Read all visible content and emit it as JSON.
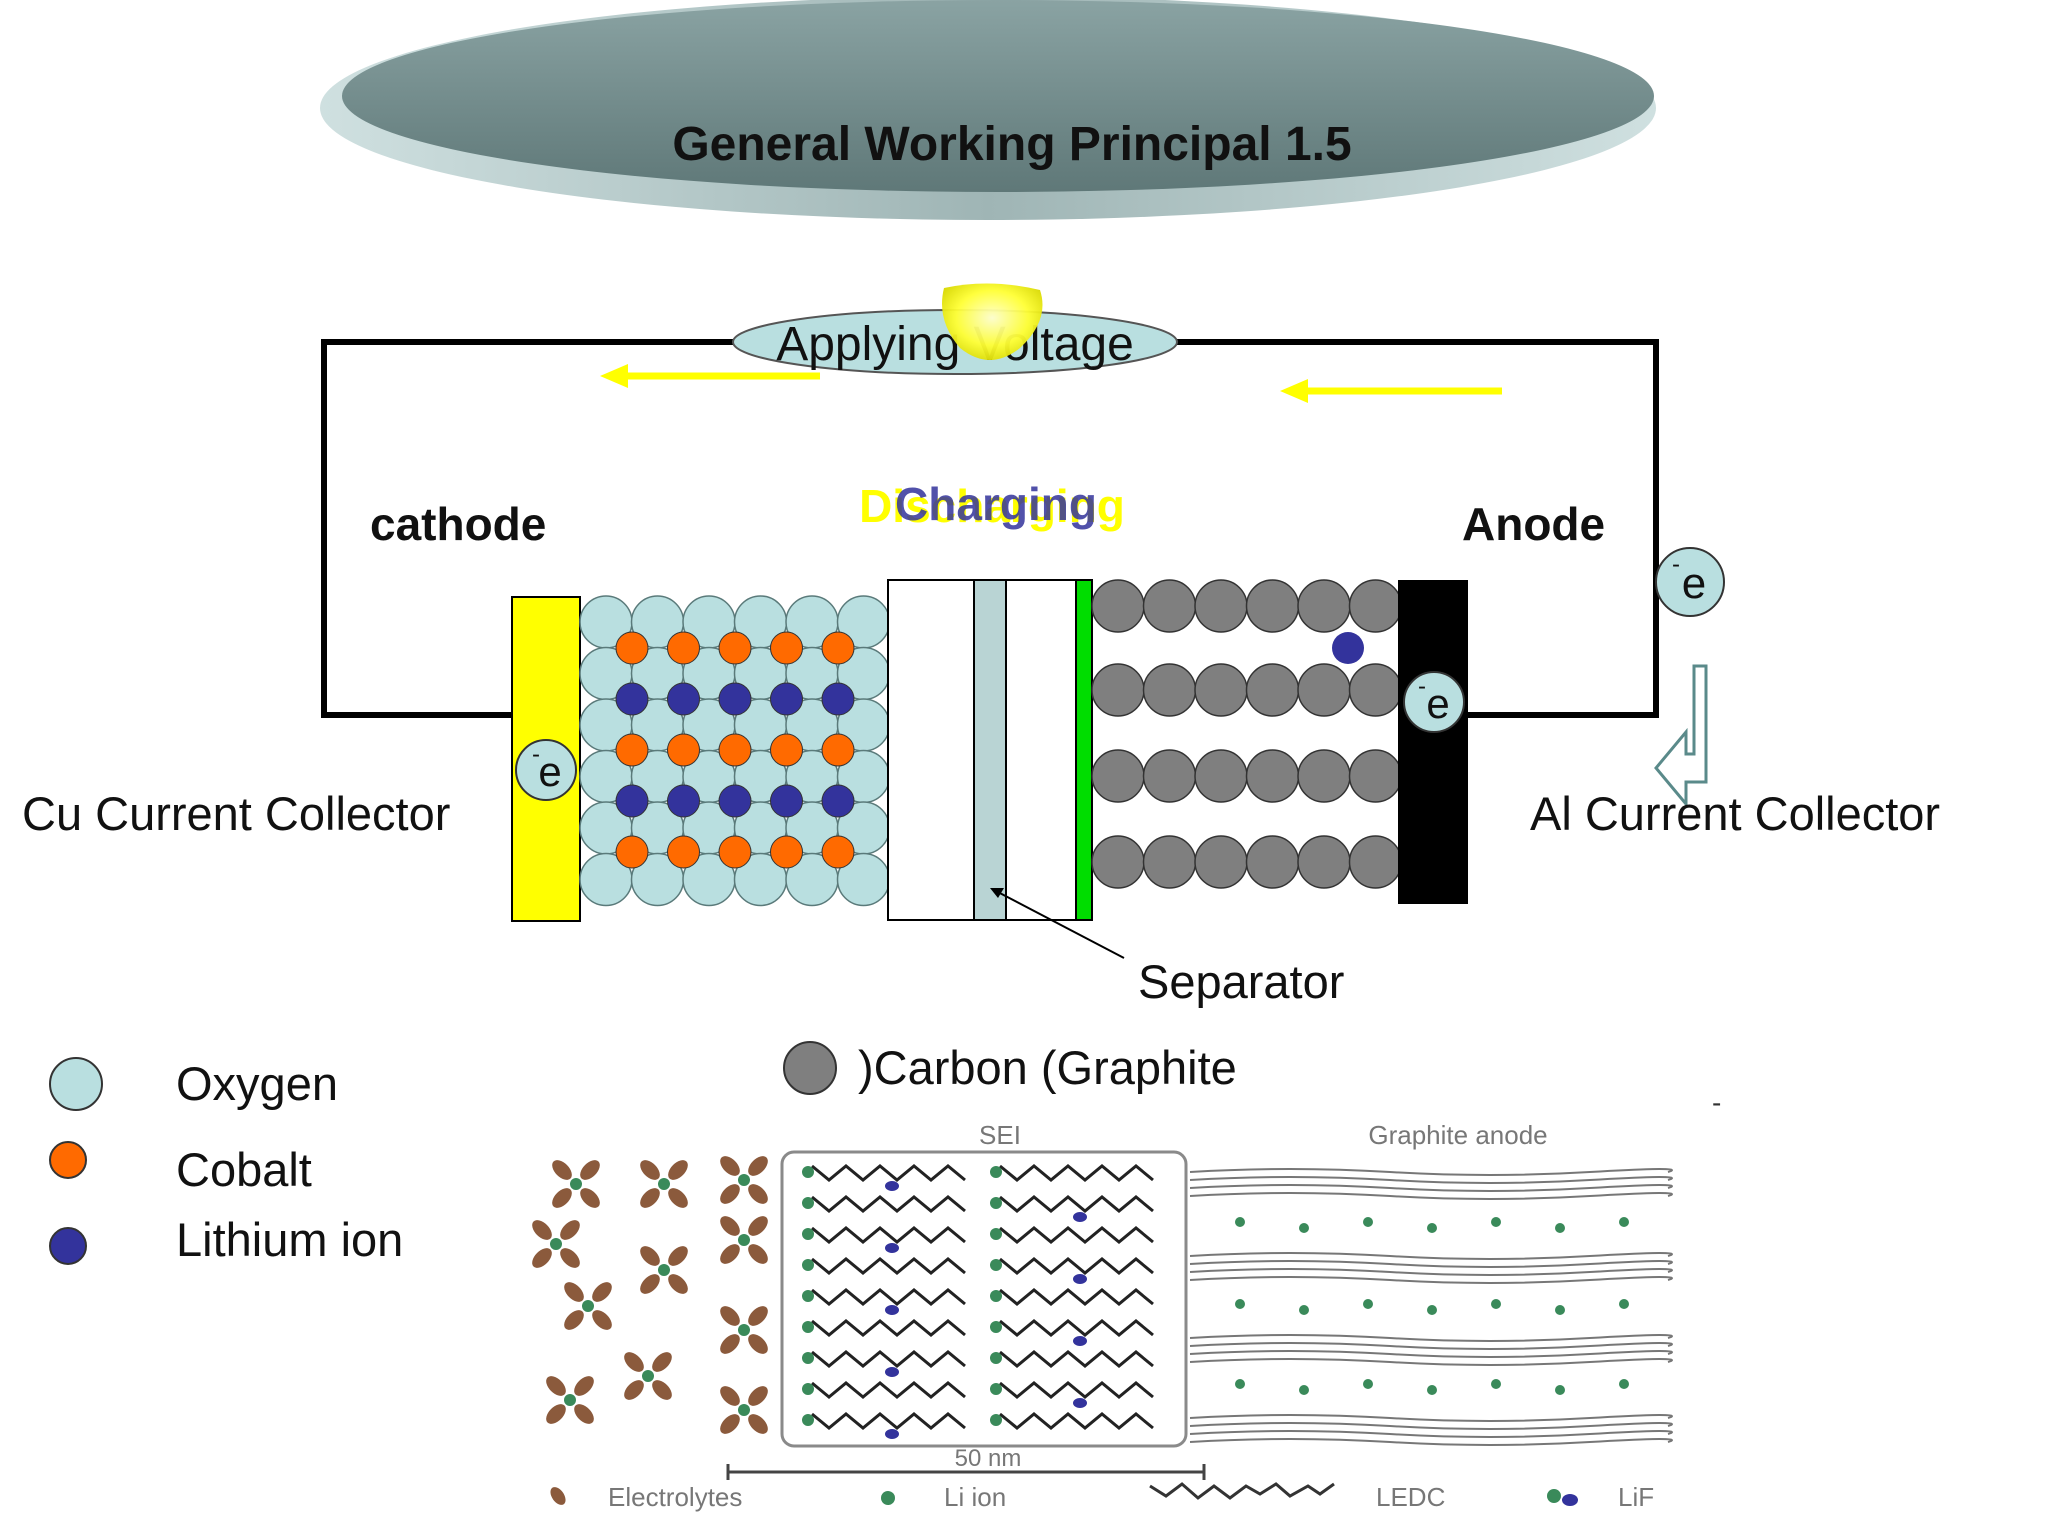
{
  "title": "General Working Principal 1.5",
  "circuit": {
    "voltage_label": "Applying Voltage",
    "state_label_back": "Discharging",
    "state_label_front": "Charging",
    "cathode_label": "cathode",
    "anode_label": "Anode",
    "electron_label": "e",
    "electron_superscript": "-"
  },
  "collectors": {
    "left_label": "Cu Current Collector",
    "right_label": "Al Current Collector"
  },
  "separator_label": "Separator",
  "legend": {
    "items": [
      {
        "label": "Oxygen",
        "color": "#b9dfe0"
      },
      {
        "label": "Cobalt",
        "color": "#ff6a00"
      },
      {
        "label": "Lithium ion",
        "color": "#33339c"
      }
    ],
    "carbon_label": ")Carbon (Graphite",
    "carbon_color": "#7f7f7f",
    "stray_mark": "-"
  },
  "sei": {
    "label_sei": "SEI",
    "label_anode": "Graphite anode",
    "scale": "50 nm",
    "legend": [
      "Electrolytes",
      "Li ion",
      "LEDC",
      "LiF"
    ]
  },
  "colors": {
    "title_ellipse": "#7a9494",
    "yellow": "#ffff00",
    "oxygen": "#b9dfe0",
    "cobalt": "#ff6a00",
    "lithium": "#33339c",
    "carbon": "#7f7f7f",
    "green": "#00dd00",
    "black": "#000000"
  }
}
